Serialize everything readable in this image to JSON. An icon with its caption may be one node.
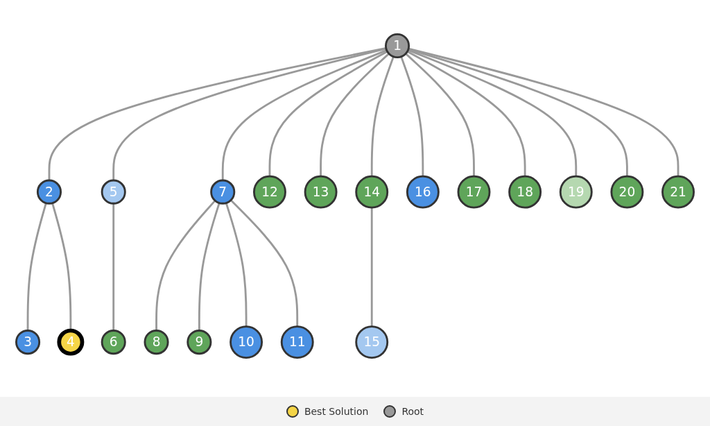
{
  "diagram": {
    "nodes": [
      {
        "text": [
          "1"
        ]
      },
      {
        "text": [
          "2"
        ]
      },
      {
        "text": [
          "5"
        ]
      },
      {
        "text": [
          "7"
        ]
      },
      {
        "text": [
          "12"
        ]
      },
      {
        "text": [
          "13"
        ]
      },
      {
        "text": [
          "14"
        ]
      },
      {
        "text": [
          "16"
        ]
      },
      {
        "text": [
          "17"
        ]
      },
      {
        "text": [
          "18"
        ]
      },
      {
        "text": [
          "19"
        ]
      },
      {
        "text": [
          "20"
        ]
      },
      {
        "text": [
          "21"
        ]
      },
      {
        "text": [
          "3"
        ]
      },
      {
        "text": [
          "4"
        ]
      },
      {
        "text": [
          "6"
        ]
      },
      {
        "text": [
          "8"
        ]
      },
      {
        "text": [
          "9"
        ]
      },
      {
        "text": [
          "10"
        ]
      },
      {
        "text": [
          "11"
        ]
      },
      {
        "text": [
          "15"
        ]
      }
    ],
    "edges": [
      {
        "from": 0,
        "to": 1,
        "arrow": "none"
      },
      {
        "from": 0,
        "to": 2,
        "arrow": "none"
      },
      {
        "from": 0,
        "to": 3,
        "arrow": "none"
      },
      {
        "from": 0,
        "to": 4,
        "arrow": "none"
      },
      {
        "from": 0,
        "to": 5,
        "arrow": "none"
      },
      {
        "from": 0,
        "to": 6,
        "arrow": "none"
      },
      {
        "from": 0,
        "to": 7,
        "arrow": "none"
      },
      {
        "from": 0,
        "to": 8,
        "arrow": "none"
      },
      {
        "from": 0,
        "to": 9,
        "arrow": "none"
      },
      {
        "from": 0,
        "to": 10,
        "arrow": "none"
      },
      {
        "from": 0,
        "to": 11,
        "arrow": "none"
      },
      {
        "from": 0,
        "to": 12,
        "arrow": "none"
      },
      {
        "from": 1,
        "to": 13,
        "arrow": "none"
      },
      {
        "from": 1,
        "to": 14,
        "arrow": "none"
      },
      {
        "from": 2,
        "to": 15,
        "arrow": "none"
      },
      {
        "from": 3,
        "to": 16,
        "arrow": "none"
      },
      {
        "from": 3,
        "to": 17,
        "arrow": "none"
      },
      {
        "from": 3,
        "to": 18,
        "arrow": "none"
      },
      {
        "from": 3,
        "to": 19,
        "arrow": "none"
      },
      {
        "from": 6,
        "to": 20,
        "arrow": "none"
      }
    ],
    "legend": [
      {
        "text": "Best Solution",
        "color": "#f5d547"
      },
      {
        "text": "Root",
        "color": "#999999"
      }
    ]
  }
}
